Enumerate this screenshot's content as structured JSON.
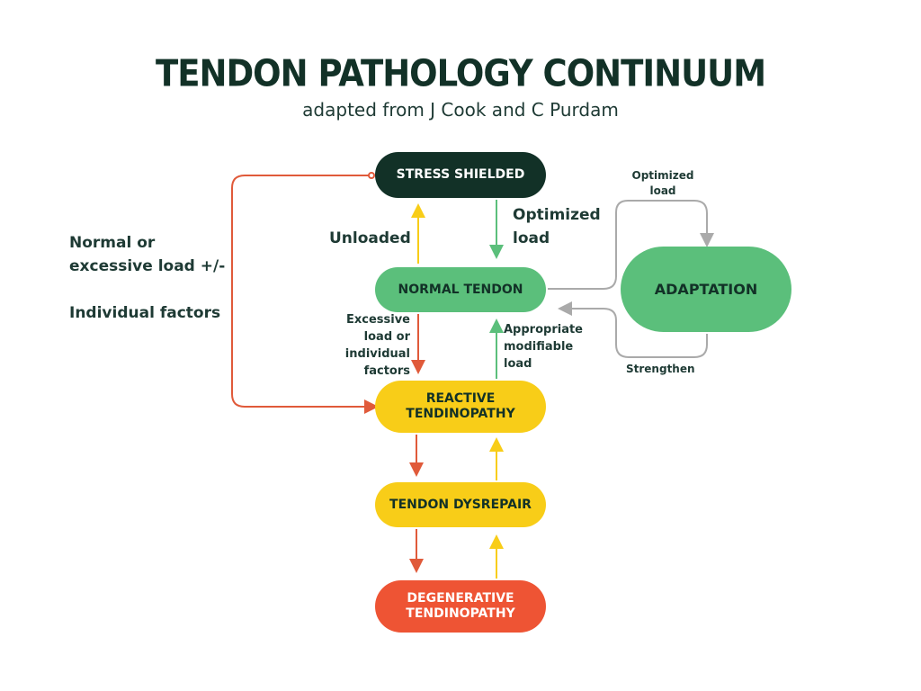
{
  "title": "TENDON PATHOLOGY CONTINUUM",
  "subtitle": "adapted from J Cook and C Purdam",
  "nodes": {
    "stress_shielded": "STRESS SHIELDED",
    "normal_tendon": "NORMAL TENDON",
    "reactive": {
      "line1": "REACTIVE",
      "line2": "TENDINOPATHY"
    },
    "dysrepair": "TENDON DYSREPAIR",
    "degenerative": {
      "line1": "DEGENERATIVE",
      "line2": "TENDINOPATHY"
    },
    "adaptation": "ADAPTATION"
  },
  "labels": {
    "load_factors": {
      "line1": "Normal or",
      "line2": "excessive load +/-",
      "line3": "Individual factors"
    },
    "unloaded": "Unloaded",
    "optimized_load": {
      "line1": "Optimized",
      "line2": "load"
    },
    "excessive": {
      "line1": "Excessive",
      "line2": "load or",
      "line3": "individual",
      "line4": "factors"
    },
    "appropriate": {
      "line1": "Appropriate",
      "line2": "modifiable",
      "line3": "load"
    },
    "optimized_load_small": {
      "line1": "Optimized",
      "line2": "load"
    },
    "strengthen": "Strengthen"
  },
  "colors": {
    "dark_green": "#123127",
    "green": "#5bbf7b",
    "yellow": "#f8cd18",
    "orange": "#ee5434",
    "red_arrow": "#e05a3a",
    "grey": "#aaaaaa"
  }
}
